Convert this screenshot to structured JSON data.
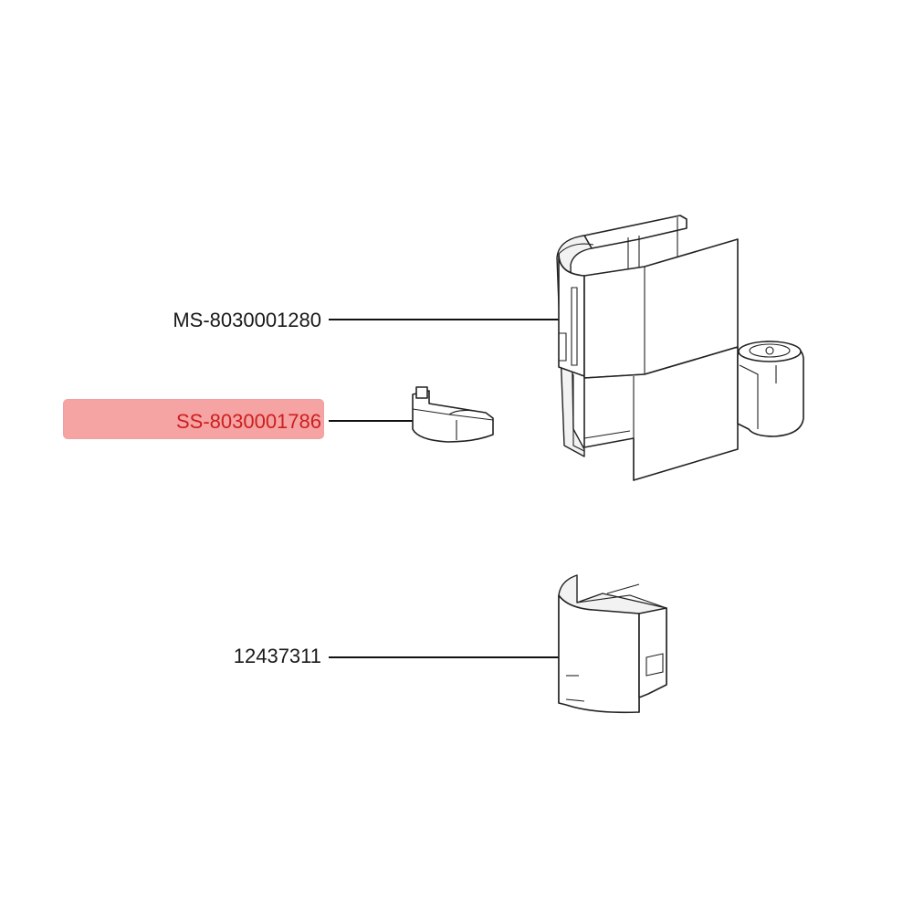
{
  "parts": [
    {
      "id": "main-sleeve",
      "label": "MS-8030001280",
      "highlighted": false
    },
    {
      "id": "small-clip",
      "label": "SS-8030001786",
      "highlighted": true
    },
    {
      "id": "lower-sleeve",
      "label": "12437311",
      "highlighted": false
    }
  ],
  "colors": {
    "highlight_fill": "#f6a3a3",
    "highlight_text": "#cc1f1f",
    "line": "#111111",
    "text": "#1a1a1a"
  }
}
